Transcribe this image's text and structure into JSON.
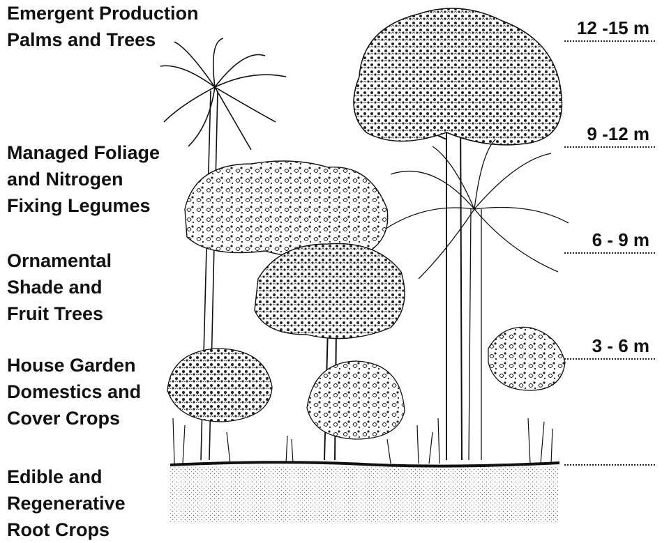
{
  "layers": [
    {
      "lines": [
        "Emergent Production",
        "Palms and Trees"
      ]
    },
    {
      "lines": [
        "Managed Foliage",
        "and Nitrogen",
        "Fixing Legumes"
      ]
    },
    {
      "lines": [
        "Ornamental",
        "Shade and",
        "Fruit Trees"
      ]
    },
    {
      "lines": [
        "House Garden",
        "Domestics and",
        "Cover Crops"
      ]
    },
    {
      "lines": [
        "Edible and",
        "Regenerative",
        "Root Crops"
      ]
    }
  ],
  "heights": [
    {
      "label": "12 -15 m"
    },
    {
      "label": "9 -12 m"
    },
    {
      "label": "6 - 9  m"
    },
    {
      "label": "3 - 6 m"
    },
    {
      "label": ""
    }
  ]
}
